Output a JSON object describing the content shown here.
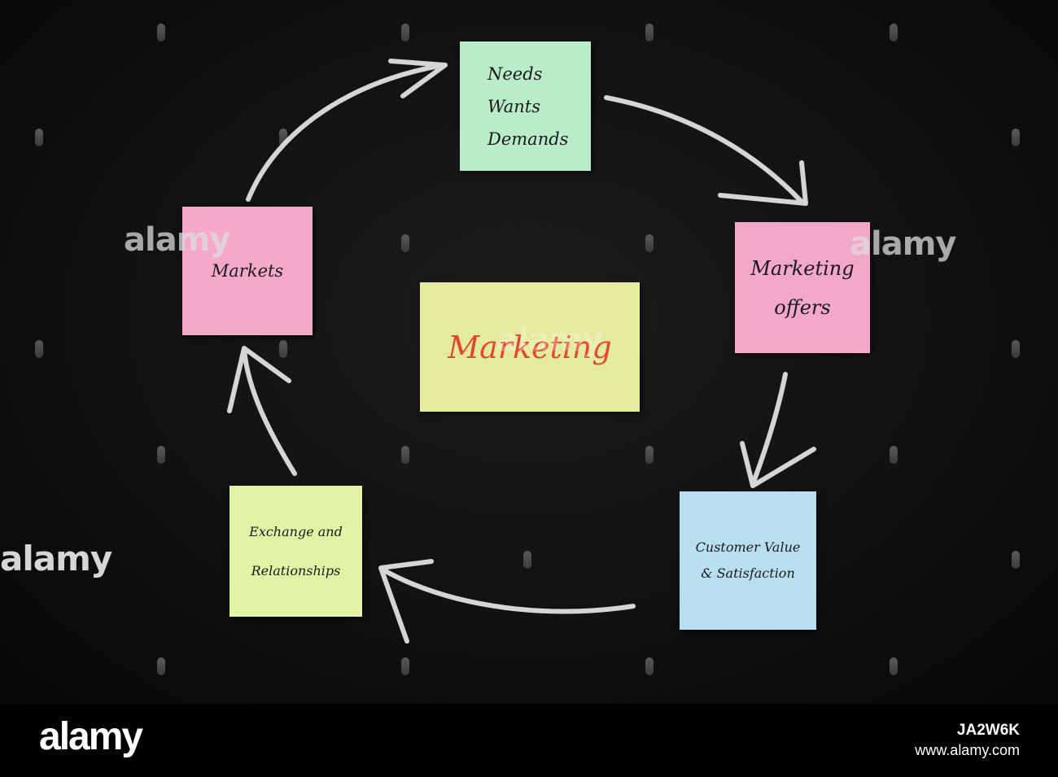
{
  "diagram": {
    "center": {
      "text": "Marketing"
    },
    "notes": [
      {
        "key": "needs",
        "lines": [
          "Needs",
          "Wants",
          "Demands"
        ]
      },
      {
        "key": "offers",
        "lines": [
          "Marketing",
          "offers"
        ]
      },
      {
        "key": "customer",
        "lines": [
          "Customer Value",
          "& Satisfaction"
        ]
      },
      {
        "key": "exchange",
        "lines": [
          "Exchange and",
          "Relationships"
        ]
      },
      {
        "key": "markets",
        "lines": [
          "Markets"
        ]
      }
    ]
  },
  "watermark": {
    "text": "alamy"
  },
  "footer": {
    "logo": "alamy",
    "image_id": "JA2W6K",
    "url": "www.alamy.com"
  },
  "colors": {
    "board": "#111111",
    "chalk": "#e6e6e6",
    "note_green": "#b9ecc9",
    "note_pink": "#f3a8c8",
    "note_blue": "#b8def0",
    "note_yellow": "#e3f3a5",
    "note_center": "#e4eb9e",
    "center_text": "#e4472f"
  }
}
